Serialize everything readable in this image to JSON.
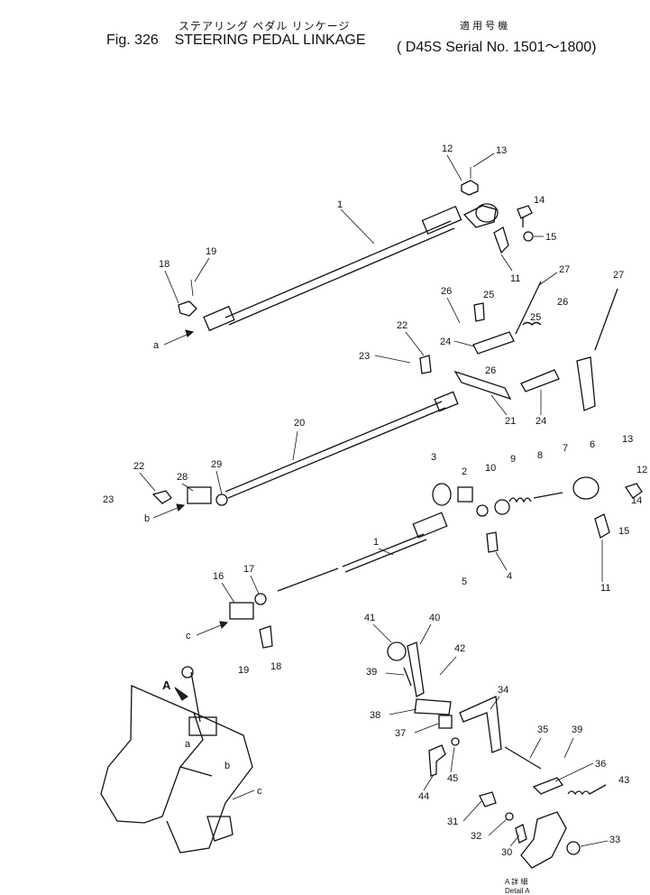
{
  "header": {
    "japanese_title": "ステアリング ペダル リンケージ",
    "fig_label": "Fig. 326",
    "english_title": "STEERING PEDAL LINKAGE",
    "applicable_jp": "適 用 号 機",
    "model_serial": "D45S Serial No. 1501～1800"
  },
  "parts": [
    "1",
    "2",
    "3",
    "4",
    "5",
    "6",
    "7",
    "8",
    "9",
    "10",
    "11",
    "12",
    "13",
    "14",
    "15",
    "16",
    "17",
    "18",
    "19",
    "20",
    "21",
    "22",
    "23",
    "24",
    "25",
    "26",
    "27",
    "28",
    "29",
    "30",
    "31",
    "32",
    "33",
    "34",
    "35",
    "36",
    "37",
    "38",
    "39",
    "40",
    "41",
    "42",
    "43",
    "44",
    "45"
  ],
  "callouts": {
    "a": "a",
    "b": "b",
    "c": "c",
    "A": "A"
  },
  "detail": {
    "jp": "A 詳 細",
    "en": "Detail A"
  }
}
